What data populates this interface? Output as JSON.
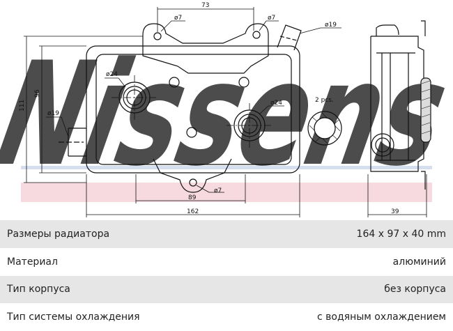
{
  "drawing": {
    "watermark": "Nissens",
    "dimensions": {
      "d7_top_left": "ø7",
      "d7_top_right": "ø7",
      "d7_bottom": "ø7",
      "d19_top": "ø19",
      "d19_left": "ø19",
      "d24_left": "ø24",
      "d24_right": "ø24",
      "top_span": "73",
      "bottom_span": "89",
      "overall_width": "162",
      "height_outer": "111",
      "height_inner": "96",
      "side_width": "39"
    },
    "seal_note": "2 pcs."
  },
  "specs": [
    {
      "label": "Размеры радиатора",
      "value": "164 x 97 x 40 mm"
    },
    {
      "label": "Материал",
      "value": "алюминий"
    },
    {
      "label": "Тип корпуса",
      "value": "без корпуса"
    },
    {
      "label": "Тип системы охлаждения",
      "value": "с водяным охлаждением"
    }
  ]
}
